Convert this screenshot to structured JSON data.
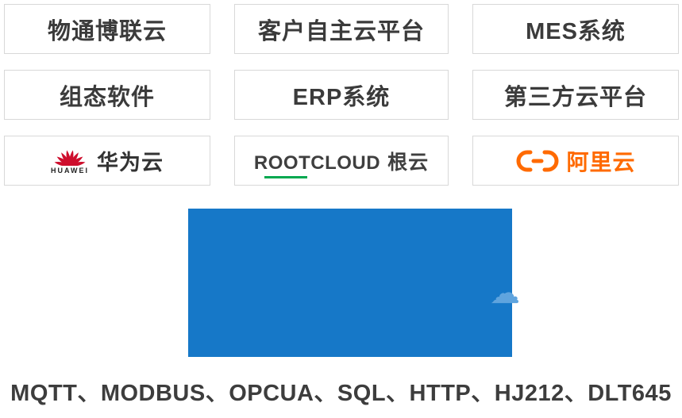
{
  "grid": {
    "cells": [
      {
        "label": "物通博联云"
      },
      {
        "label": "客户自主云平台"
      },
      {
        "label": "MES系统"
      },
      {
        "label": "组态软件"
      },
      {
        "label": "ERP系统"
      },
      {
        "label": "第三方云平台"
      },
      {
        "brand": "Huawei Cloud",
        "logo_text": "HUAWEI",
        "label": "华为云"
      },
      {
        "brand": "RootCloud",
        "logo_text": "ROOTCLOUD",
        "label": "根云"
      },
      {
        "brand": "Alibaba Cloud",
        "label": "阿里云"
      }
    ]
  },
  "device": {
    "watermark": "☁"
  },
  "protocols": {
    "line": "MQTT、MODBUS、OPCUA、SQL、HTTP、HJ212、DLT645"
  },
  "colors": {
    "box_border": "#d8d8d8",
    "text": "#3b3b3b",
    "huawei_red": "#ce0e2d",
    "rootcloud_green": "#00a84f",
    "aliyun_orange": "#ff6a00",
    "device_blue": "#1678c8"
  }
}
